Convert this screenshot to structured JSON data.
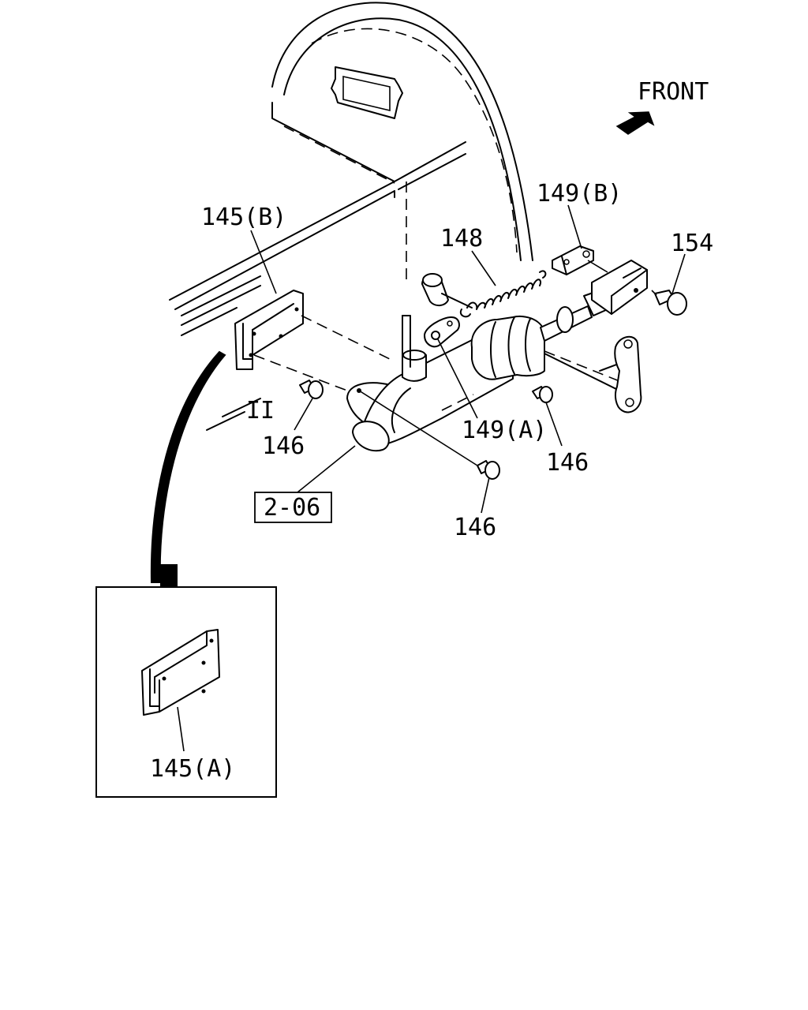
{
  "direction_label": "FRONT",
  "labels": {
    "bracket_b": "145(B)",
    "spring": "148",
    "clevis_b": "149(B)",
    "pin": "154",
    "bolt_left": "146",
    "gasket_a": "149(A)",
    "bolt_right": "146",
    "bolt_bottom": "146",
    "ref_page": "2-06",
    "inset_bracket_a": "145(A)",
    "frame_mark": "II"
  }
}
